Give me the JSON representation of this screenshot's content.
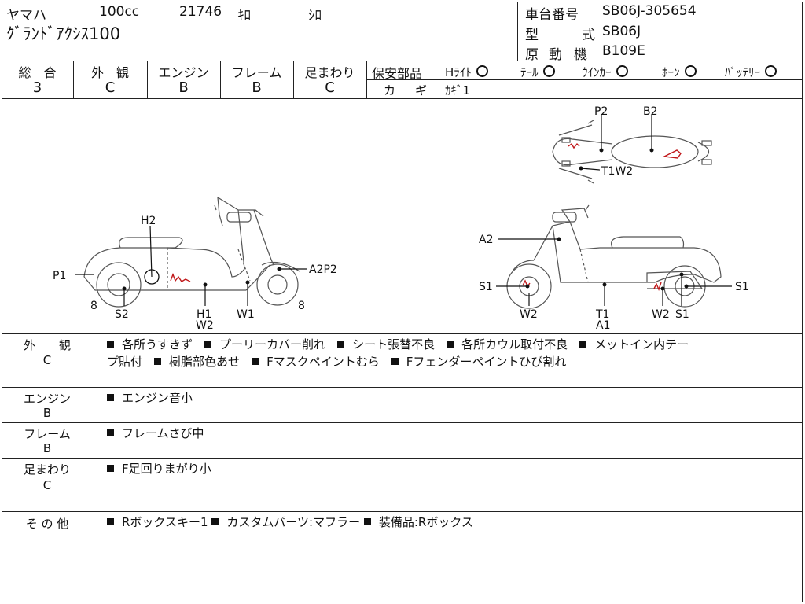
{
  "header": {
    "maker": "ヤマハ",
    "displacement": "100cc",
    "mileage": "21746",
    "mileage_unit": "ｷﾛ",
    "color": "ｼﾛ",
    "model_name": "ｸﾞﾗﾝﾄﾞｱｸｼｽ100",
    "frame_no_label": "車台番号",
    "frame_no": "SB06J-305654",
    "type_label_1": "型",
    "type_label_2": "式",
    "type": "SB06J",
    "engine_label_1": "原",
    "engine_label_2": "動",
    "engine_label_3": "機",
    "engine": "B109E"
  },
  "grades": [
    {
      "label": "総　合",
      "value": "3"
    },
    {
      "label": "外　観",
      "value": "C"
    },
    {
      "label": "エンジン",
      "value": "B"
    },
    {
      "label": "フレーム",
      "value": "B"
    },
    {
      "label": "足まわり",
      "value": "C"
    }
  ],
  "safety": {
    "label": "保安部品",
    "items": [
      "Hﾗｲﾄ",
      "ﾃｰﾙ",
      "ｳｲﾝｶｰ",
      "ﾎｰﾝ",
      "ﾊﾞｯﾃﾘｰ"
    ],
    "key_label_1": "カ",
    "key_label_2": "ギ",
    "key_value": "ｶｷﾞ1"
  },
  "diagram_labels": {
    "top_p2": "P2",
    "top_b2": "B2",
    "top_t1w2": "T1W2",
    "left_h2": "H2",
    "left_p1": "P1",
    "left_a2p2": "A2P2",
    "left_8a": "8",
    "left_8b": "8",
    "left_s2": "S2",
    "left_h1": "H1",
    "left_w2": "W2",
    "left_w1": "W1",
    "right_a2": "A2",
    "right_s1a": "S1",
    "right_s1b": "S1",
    "right_w2a": "W2",
    "right_t1": "T1",
    "right_a1": "A1",
    "right_w2b": "W2",
    "right_s1c": "S1"
  },
  "sections": [
    {
      "label_1": "外　　観",
      "label_2": "C",
      "line_1": "各所うすきず",
      "line_2": "プーリーカバー削れ",
      "line_3": "シート張替不良",
      "line_4": "各所カウル取付不良",
      "line_5": "メットイン内テー",
      "line_6": "プ貼付",
      "line_7": "樹脂部色あせ",
      "line_8": "Fマスクペイントむら",
      "line_9": "Fフェンダーペイントひび割れ"
    },
    {
      "label_1": "エンジン",
      "label_2": "B",
      "line_1": "エンジン音小"
    },
    {
      "label_1": "フレーム",
      "label_2": "B",
      "line_1": "フレームさび中"
    },
    {
      "label_1": "足まわり",
      "label_2": "C",
      "line_1": "F足回りまがり小"
    },
    {
      "label_1": "そ の 他",
      "line_1": "Rボックスキー1",
      "line_2": "カスタムパーツ:マフラー",
      "line_3": "装備品:Rボックス"
    }
  ]
}
